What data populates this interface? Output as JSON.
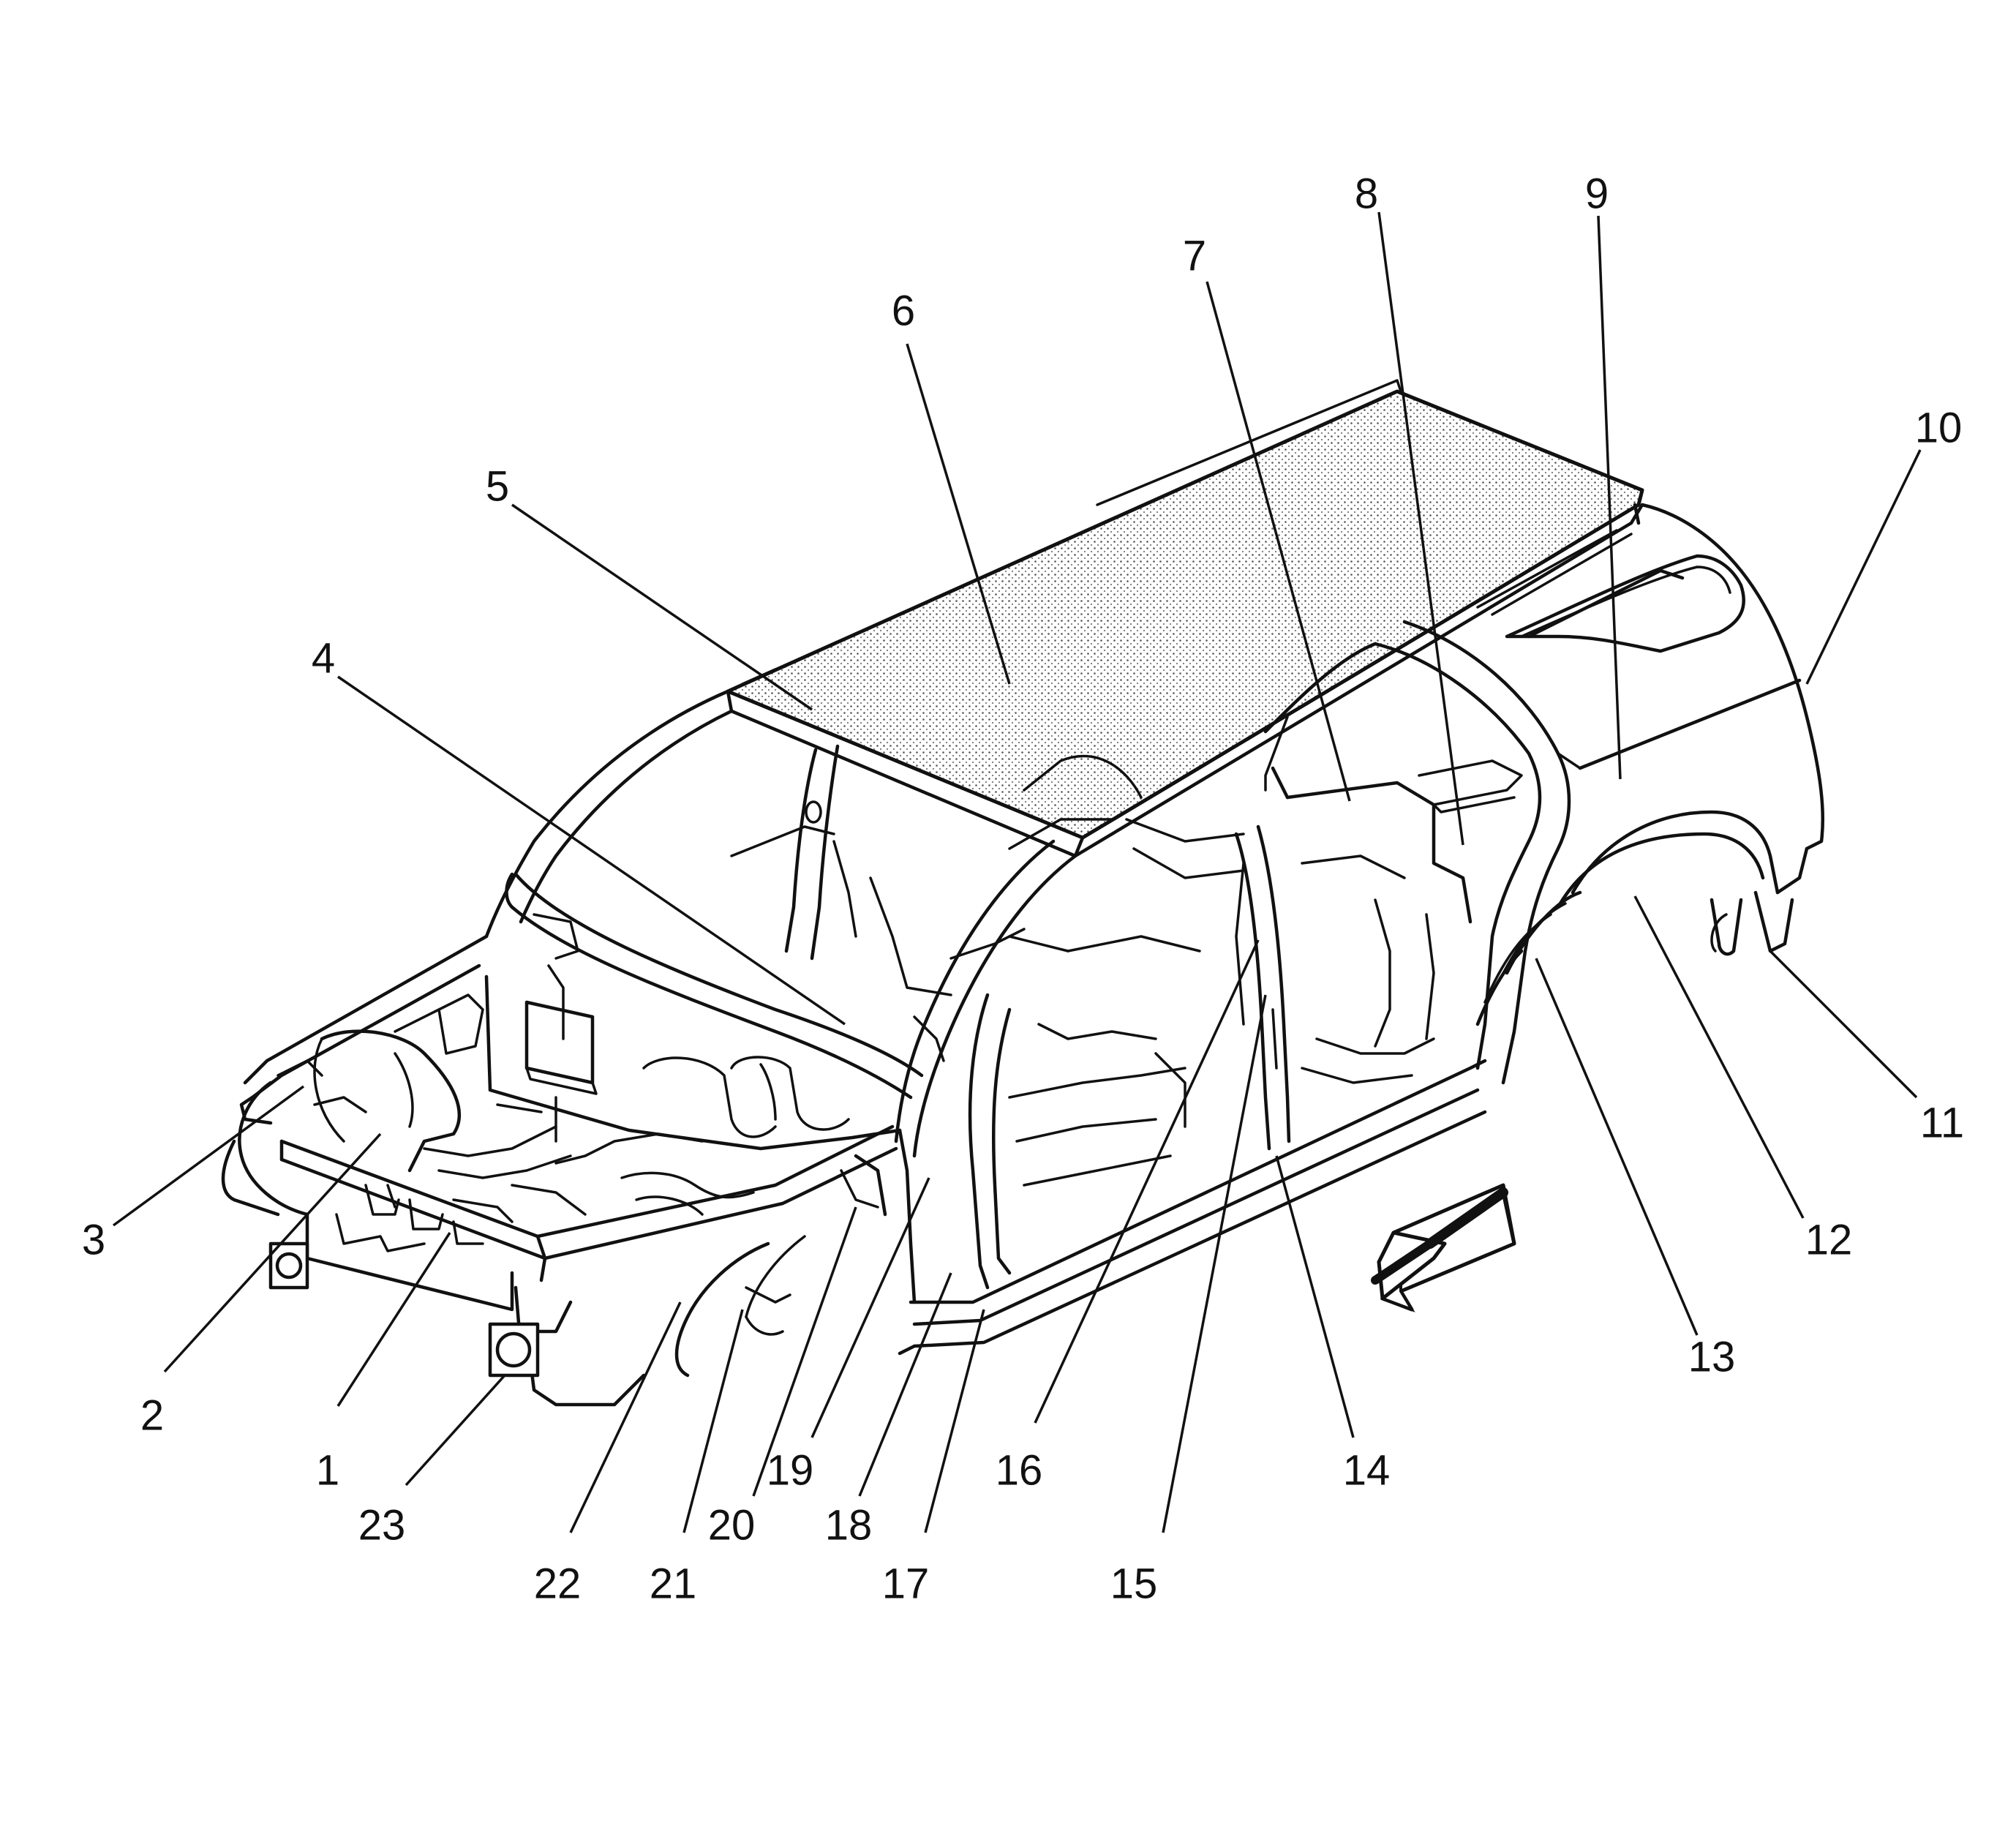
{
  "callouts": [
    {
      "id": "1",
      "label": "1"
    },
    {
      "id": "2",
      "label": "2"
    },
    {
      "id": "3",
      "label": "3"
    },
    {
      "id": "4",
      "label": "4"
    },
    {
      "id": "5",
      "label": "5"
    },
    {
      "id": "6",
      "label": "6"
    },
    {
      "id": "7",
      "label": "7"
    },
    {
      "id": "8",
      "label": "8"
    },
    {
      "id": "9",
      "label": "9"
    },
    {
      "id": "10",
      "label": "10"
    },
    {
      "id": "11",
      "label": "11"
    },
    {
      "id": "12",
      "label": "12"
    },
    {
      "id": "13",
      "label": "13"
    },
    {
      "id": "14",
      "label": "14"
    },
    {
      "id": "15",
      "label": "15"
    },
    {
      "id": "16",
      "label": "16"
    },
    {
      "id": "17",
      "label": "17"
    },
    {
      "id": "18",
      "label": "18"
    },
    {
      "id": "19",
      "label": "19"
    },
    {
      "id": "20",
      "label": "20"
    },
    {
      "id": "21",
      "label": "21"
    },
    {
      "id": "22",
      "label": "22"
    },
    {
      "id": "23",
      "label": "23"
    }
  ],
  "icons": {
    "front_arrow": "direction-arrow-icon"
  },
  "colors": {
    "line": "#111111",
    "background": "#ffffff"
  }
}
